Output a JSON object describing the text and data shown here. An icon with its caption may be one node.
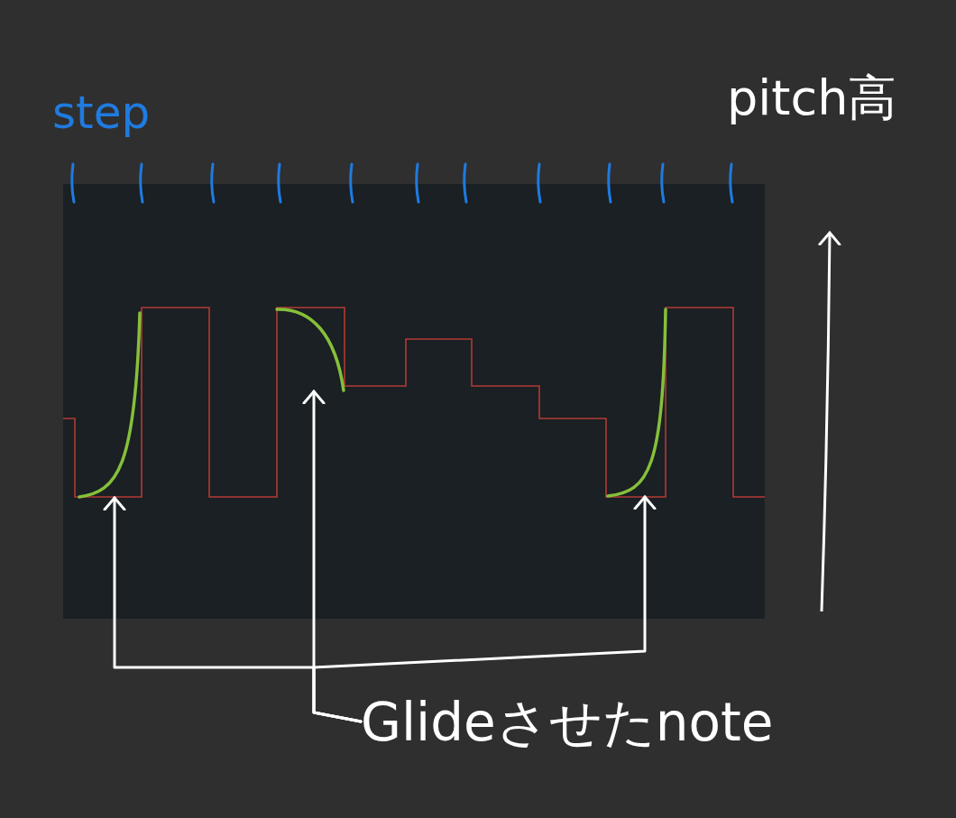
{
  "diagram": {
    "nodes": [
      {
        "text": [
          "Glideさせたnote"
        ]
      },
      {
        "text": [],
        "shape": "curve"
      },
      {
        "text": [],
        "shape": "curve"
      },
      {
        "text": [],
        "shape": "curve"
      }
    ],
    "edges": [
      {
        "from": 0,
        "to": 1,
        "arrow": "to"
      },
      {
        "from": 0,
        "to": 2,
        "arrow": "to"
      },
      {
        "from": 0,
        "to": 3,
        "arrow": "to"
      }
    ],
    "labels": [
      "step",
      "pitch高"
    ]
  }
}
